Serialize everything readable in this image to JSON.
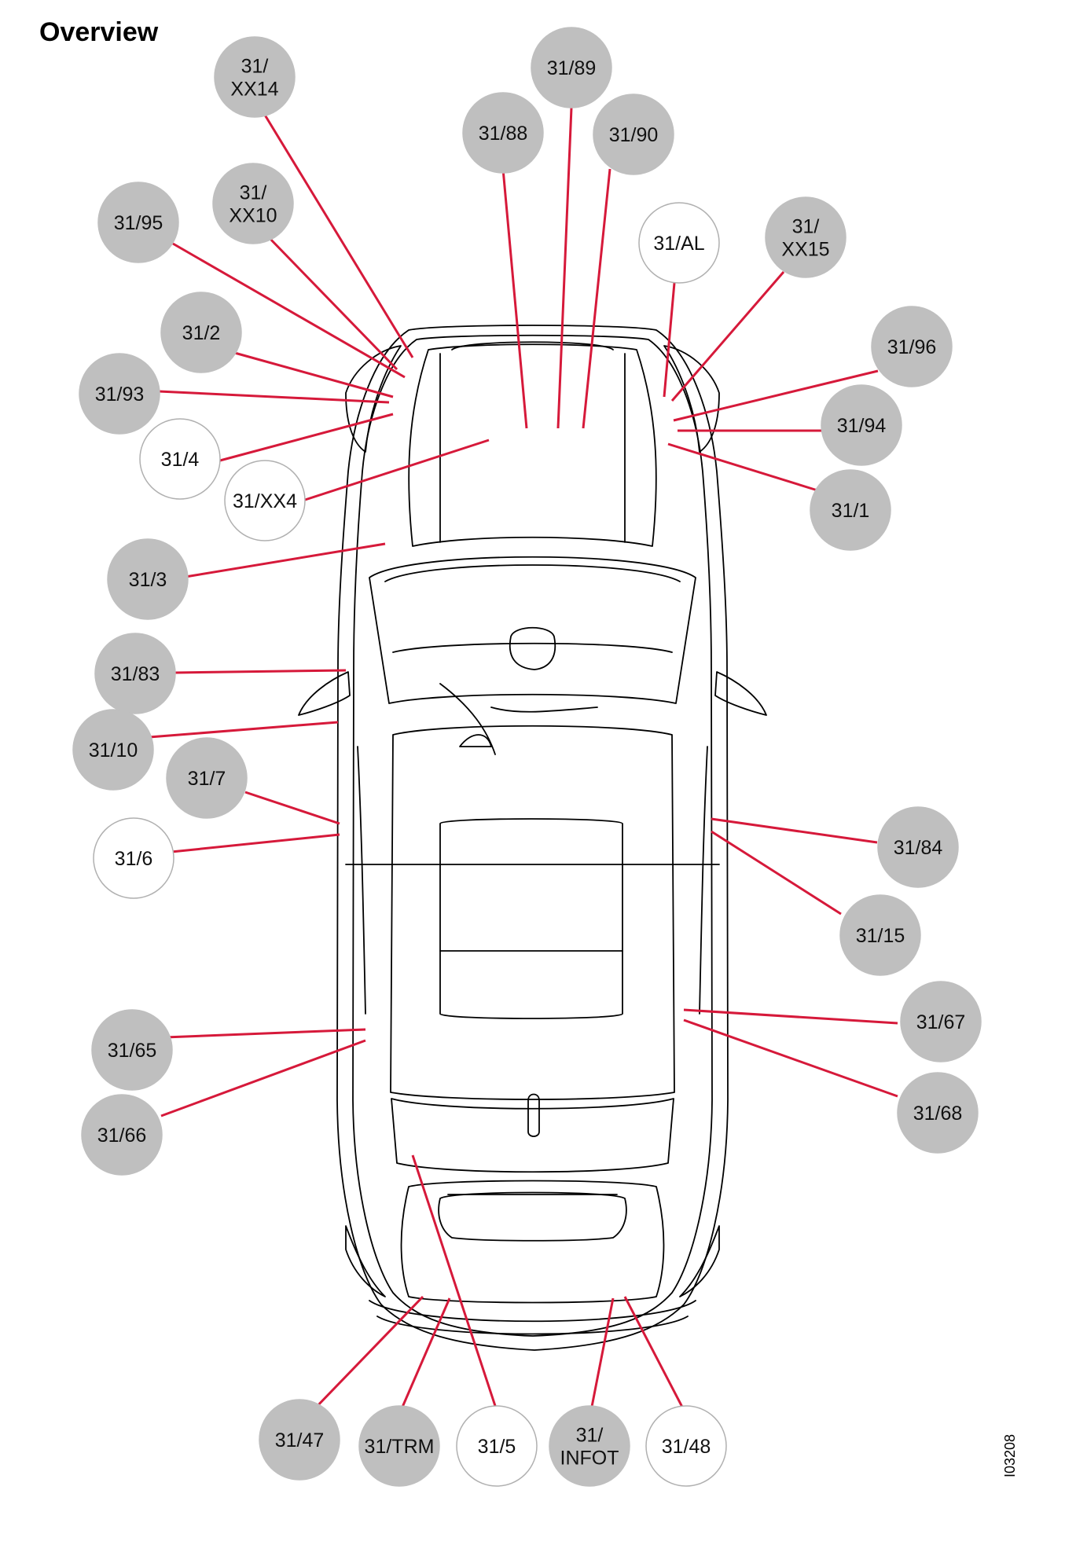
{
  "title": "Overview",
  "figure_id": "I03208",
  "colors": {
    "leader_line": "#d6193a",
    "badge_filled": "#bfbfbf",
    "badge_empty": "#ffffff",
    "car_outline": "#000000"
  },
  "badges": [
    {
      "id": "xx14",
      "lines": [
        "31/",
        "XX14"
      ],
      "filled": true
    },
    {
      "id": "89",
      "lines": [
        "31/89"
      ],
      "filled": true
    },
    {
      "id": "88",
      "lines": [
        "31/88"
      ],
      "filled": true
    },
    {
      "id": "90",
      "lines": [
        "31/90"
      ],
      "filled": true
    },
    {
      "id": "95",
      "lines": [
        "31/95"
      ],
      "filled": true
    },
    {
      "id": "xx10",
      "lines": [
        "31/",
        "XX10"
      ],
      "filled": true
    },
    {
      "id": "al",
      "lines": [
        "31/AL"
      ],
      "filled": false
    },
    {
      "id": "xx15",
      "lines": [
        "31/",
        "XX15"
      ],
      "filled": true
    },
    {
      "id": "2",
      "lines": [
        "31/2"
      ],
      "filled": true
    },
    {
      "id": "96",
      "lines": [
        "31/96"
      ],
      "filled": true
    },
    {
      "id": "93",
      "lines": [
        "31/93"
      ],
      "filled": true
    },
    {
      "id": "94",
      "lines": [
        "31/94"
      ],
      "filled": true
    },
    {
      "id": "4",
      "lines": [
        "31/4"
      ],
      "filled": false
    },
    {
      "id": "xx4",
      "lines": [
        "31/XX4"
      ],
      "filled": false
    },
    {
      "id": "1",
      "lines": [
        "31/1"
      ],
      "filled": true
    },
    {
      "id": "3",
      "lines": [
        "31/3"
      ],
      "filled": true
    },
    {
      "id": "83",
      "lines": [
        "31/83"
      ],
      "filled": true
    },
    {
      "id": "10",
      "lines": [
        "31/10"
      ],
      "filled": true
    },
    {
      "id": "7",
      "lines": [
        "31/7"
      ],
      "filled": true
    },
    {
      "id": "84",
      "lines": [
        "31/84"
      ],
      "filled": true
    },
    {
      "id": "6",
      "lines": [
        "31/6"
      ],
      "filled": false
    },
    {
      "id": "15",
      "lines": [
        "31/15"
      ],
      "filled": true
    },
    {
      "id": "67",
      "lines": [
        "31/67"
      ],
      "filled": true
    },
    {
      "id": "65",
      "lines": [
        "31/65"
      ],
      "filled": true
    },
    {
      "id": "68",
      "lines": [
        "31/68"
      ],
      "filled": true
    },
    {
      "id": "66",
      "lines": [
        "31/66"
      ],
      "filled": true
    },
    {
      "id": "47",
      "lines": [
        "31/47"
      ],
      "filled": true
    },
    {
      "id": "trm",
      "lines": [
        "31/TRM"
      ],
      "filled": true
    },
    {
      "id": "5",
      "lines": [
        "31/5"
      ],
      "filled": false
    },
    {
      "id": "infot",
      "lines": [
        "31/",
        "INFOT"
      ],
      "filled": true
    },
    {
      "id": "48",
      "lines": [
        "31/48"
      ],
      "filled": false
    }
  ]
}
